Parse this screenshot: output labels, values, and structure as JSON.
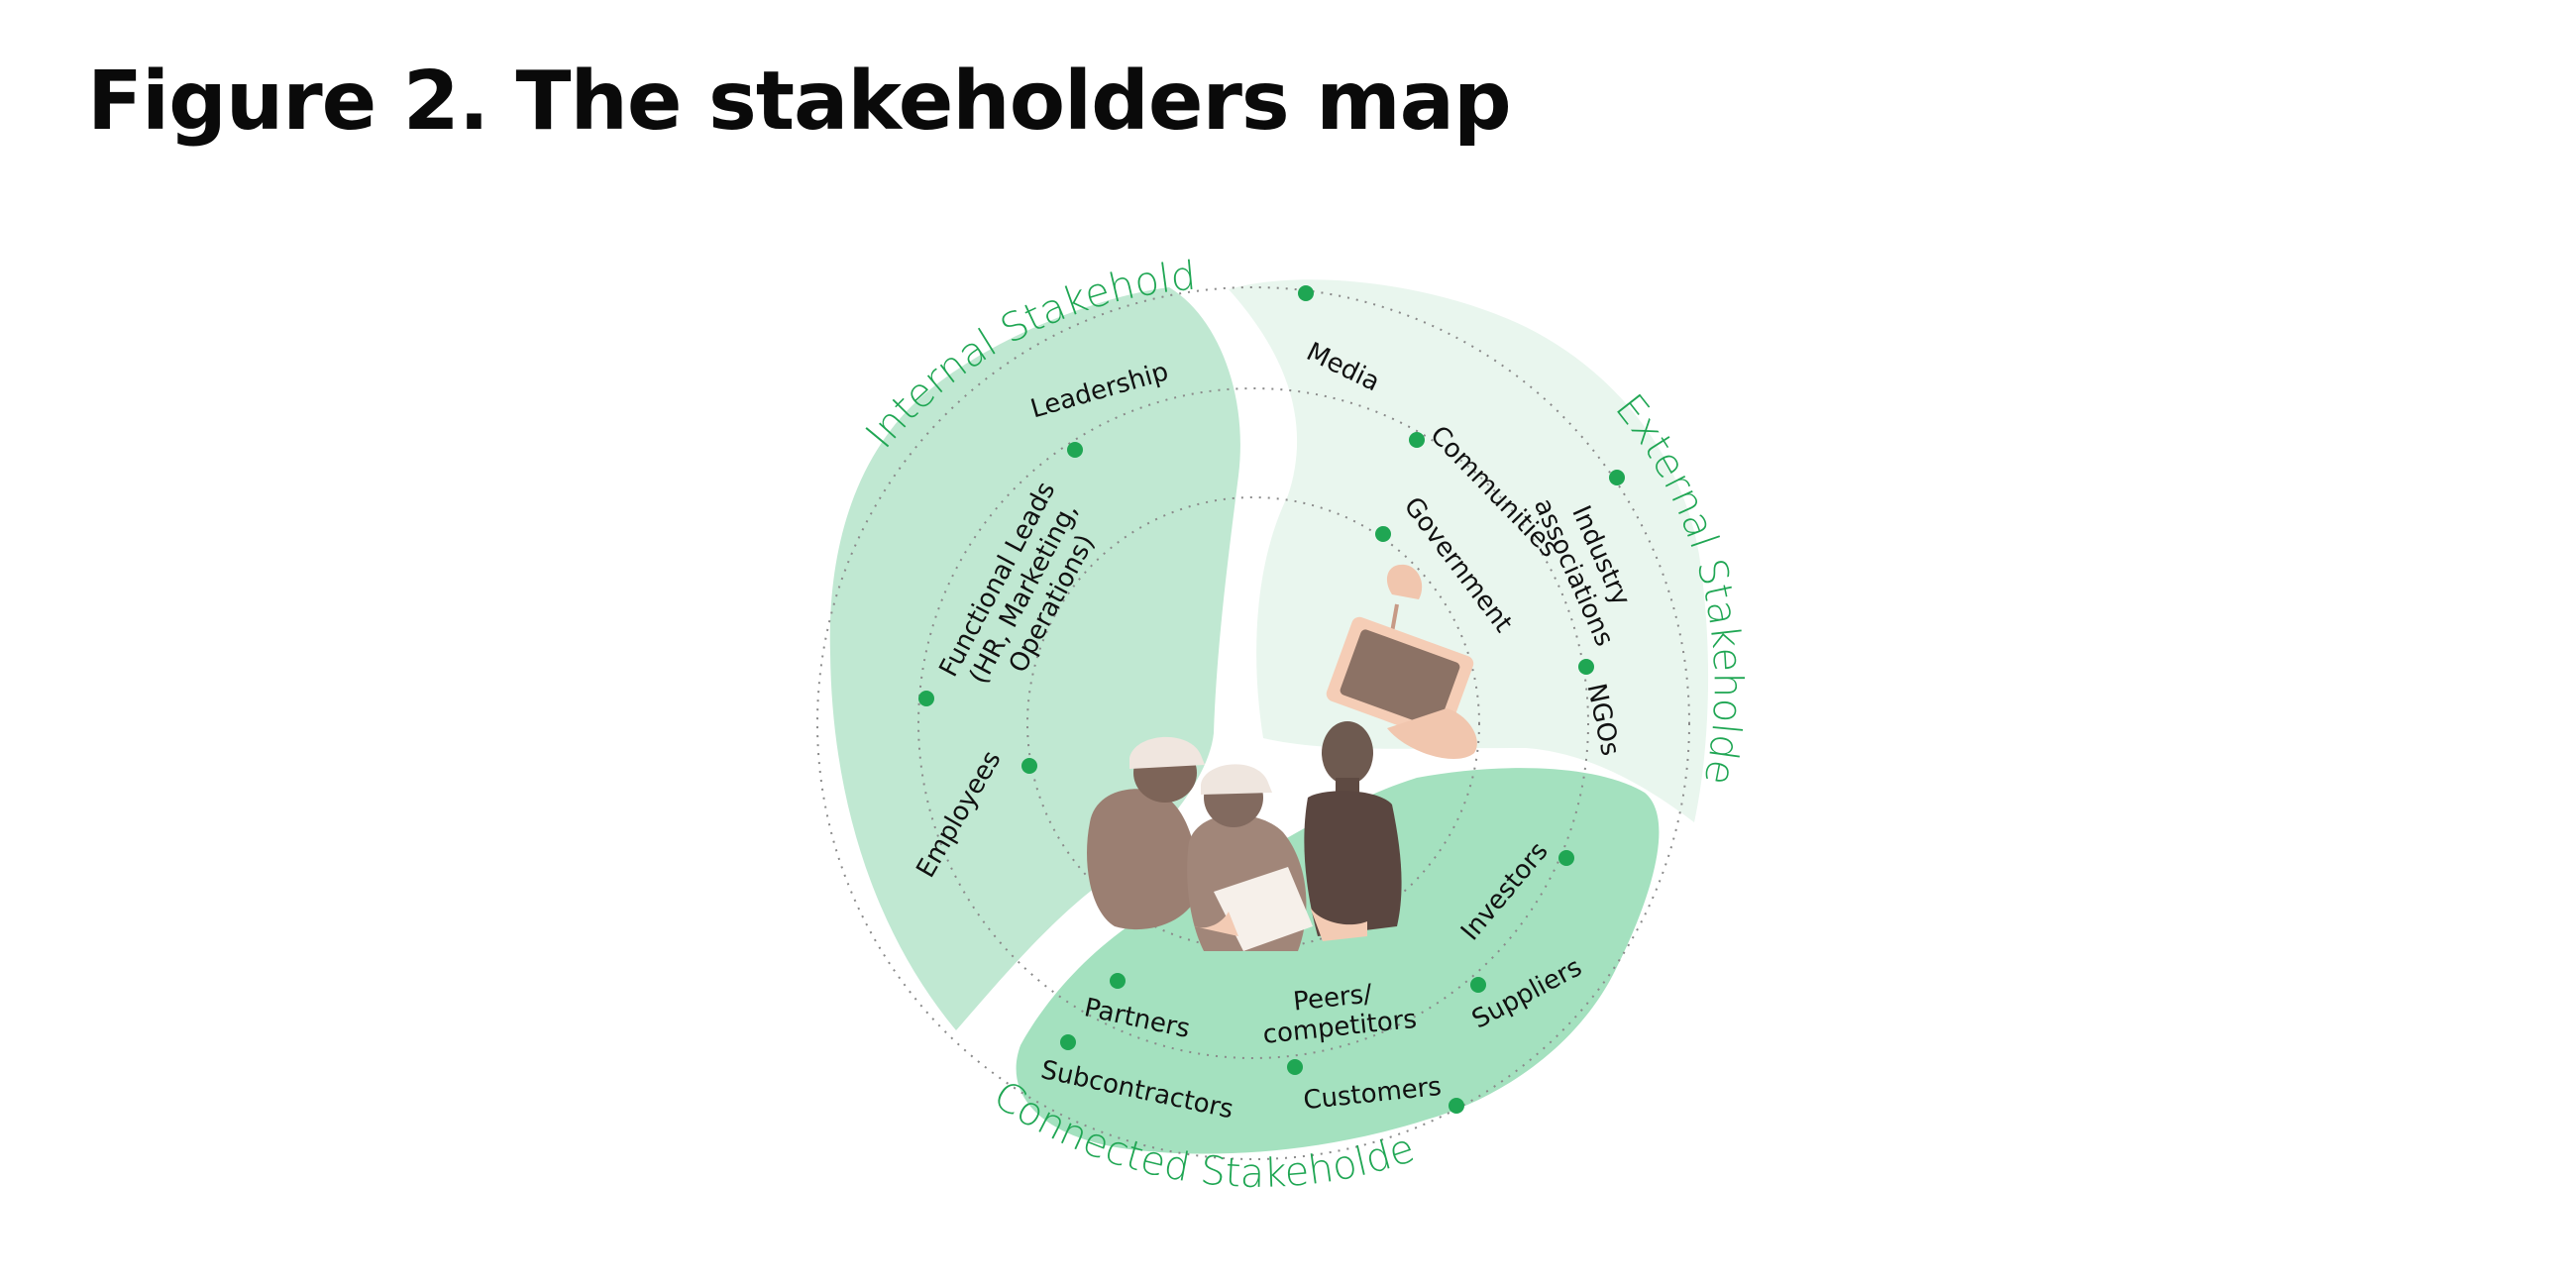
{
  "title": "Figure 2. The stakeholders map",
  "colors": {
    "accent": "#1fa653",
    "internal_fill": "#c0e8d2",
    "external_fill": "#e9f6ee",
    "connected_fill": "#a4e1bf",
    "dot": "#1fa653",
    "orbit": "#8a8a8a"
  },
  "groups": {
    "internal": {
      "label": "Internal Stakeholders"
    },
    "external": {
      "label": "External Stakeholders"
    },
    "connected": {
      "label": "Connected Stakeholders"
    }
  },
  "nodes": {
    "leadership": "Leadership",
    "functional_leads": [
      "Functional Leads",
      "(HR, Marketing,",
      "Operations)"
    ],
    "employees": "Employees",
    "media": "Media",
    "communities": "Communities",
    "government": "Government",
    "industry_associations": [
      "Industry",
      "associations"
    ],
    "ngos": "NGOs",
    "investors": "Investors",
    "suppliers": "Suppliers",
    "peers_competitors": [
      "Peers/",
      "competitors"
    ],
    "partners": "Partners",
    "subcontractors": "Subcontractors",
    "customers": "Customers"
  }
}
